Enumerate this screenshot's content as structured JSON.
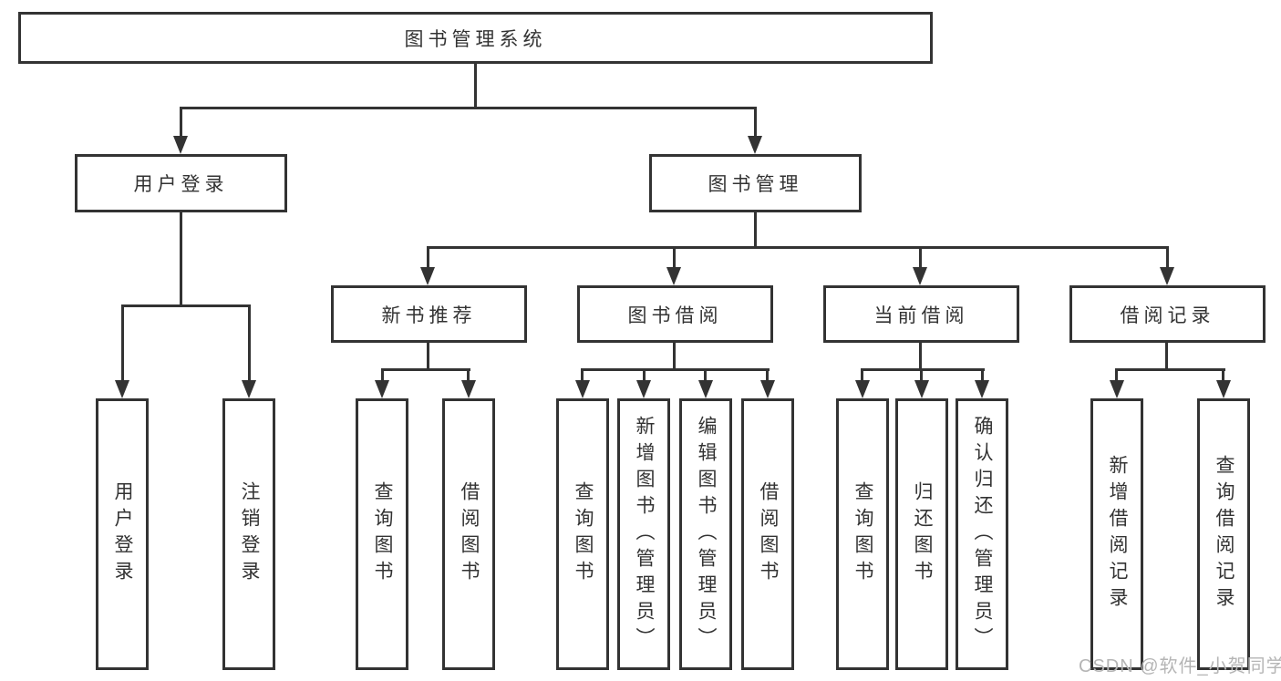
{
  "diagram": {
    "root": {
      "label": "图书管理系统"
    },
    "branches": [
      {
        "label": "用户登录",
        "children": [
          {
            "label": "用户登录"
          },
          {
            "label": "注销登录"
          }
        ]
      },
      {
        "label": "图书管理",
        "children": [
          {
            "label": "新书推荐",
            "children": [
              {
                "label": "查询图书"
              },
              {
                "label": "借阅图书"
              }
            ]
          },
          {
            "label": "图书借阅",
            "children": [
              {
                "label": "查询图书"
              },
              {
                "label": "新增图书（管理员）"
              },
              {
                "label": "编辑图书（管理员）"
              },
              {
                "label": "借阅图书"
              }
            ]
          },
          {
            "label": "当前借阅",
            "children": [
              {
                "label": "查询图书"
              },
              {
                "label": "归还图书"
              },
              {
                "label": "确认归还（管理员）"
              }
            ]
          },
          {
            "label": "借阅记录",
            "children": [
              {
                "label": "新增借阅记录"
              },
              {
                "label": "查询借阅记录"
              }
            ]
          }
        ]
      }
    ]
  },
  "watermark": {
    "text": "CSDN @软件_小贺同学",
    "color": "#b5b5b5"
  },
  "colors": {
    "line": "#333333",
    "text": "#333333",
    "background": "#ffffff",
    "box_fill": "#ffffff"
  }
}
